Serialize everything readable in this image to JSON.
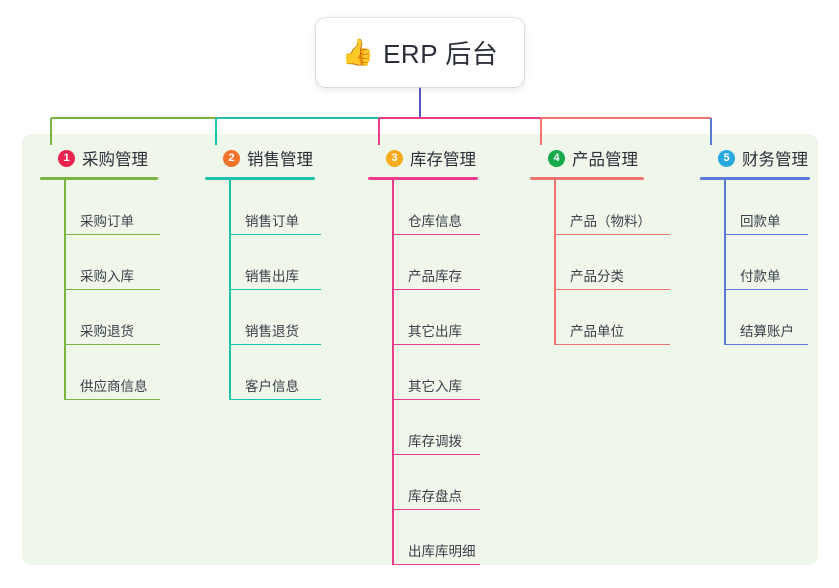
{
  "diagram": {
    "type": "mind-map",
    "root": {
      "emoji": "👍",
      "emoji_name": "thumbs-up-icon",
      "label": "ERP 后台"
    },
    "stem_color": "#5356c4",
    "panel_color": "#eef7ea",
    "branches": [
      {
        "number": "1",
        "title": "采购管理",
        "badge_color": "#e8244f",
        "line_color": "#7cb342",
        "leaves": [
          "采购订单",
          "采购入库",
          "采购退货",
          "供应商信息"
        ]
      },
      {
        "number": "2",
        "title": "销售管理",
        "badge_color": "#f0732b",
        "line_color": "#1ec2ac",
        "leaves": [
          "销售订单",
          "销售出库",
          "销售退货",
          "客户信息"
        ]
      },
      {
        "number": "3",
        "title": "库存管理",
        "badge_color": "#f5ab1b",
        "line_color": "#ea3c8a",
        "leaves": [
          "仓库信息",
          "产品库存",
          "其它出库",
          "其它入库",
          "库存调拨",
          "库存盘点",
          "出库库明细"
        ]
      },
      {
        "number": "4",
        "title": "产品管理",
        "badge_color": "#17a94a",
        "line_color": "#f0746e",
        "leaves": [
          "产品（物料）",
          "产品分类",
          "产品单位"
        ]
      },
      {
        "number": "5",
        "title": "财务管理",
        "badge_color": "#29a8e0",
        "line_color": "#5b79d6",
        "leaves": [
          "回款单",
          "付款单",
          "结算账户"
        ]
      }
    ]
  }
}
